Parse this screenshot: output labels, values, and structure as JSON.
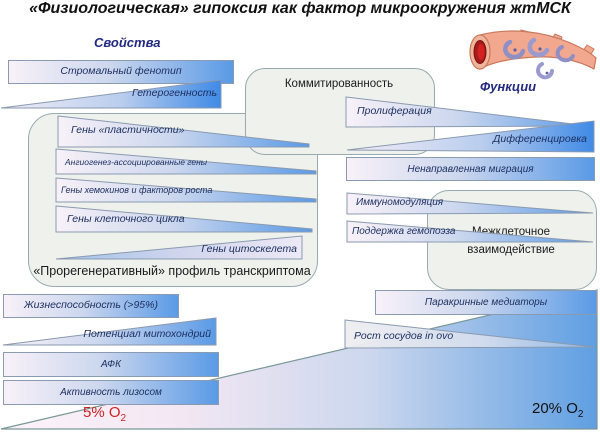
{
  "title": "«Физиологическая» гипоксия как фактор микроокружения жтМСК",
  "labels": {
    "properties": "Свойства",
    "functions": "Функции"
  },
  "properties": {
    "stromal_phenotype": "Стромальный фенотип",
    "heterogeneity": "Гетерогенность",
    "genes": [
      "Гены «пластичности»",
      "Ангиогенез-ассоциированные гены",
      "Гены хемокинов и факторов роста",
      "Гены клеточного цикла",
      "Гены цитоскелета"
    ],
    "transcriptome_caption": "«Прорегенеративный» профиль транскриптома",
    "viability": "Жизнеспособность (>95%)",
    "mitochondrial_potential": "Потенциал митохондрий",
    "ros": "АФК",
    "lysosome_activity": "Активность лизосом"
  },
  "functions": {
    "commitment": "Коммитированность",
    "proliferation": "Пролиферация",
    "differentiation": "Дифференцировка",
    "migration": "Ненаправленная миграция",
    "immunomodulation": "Иммуномодуляция",
    "hematopoiesis": "Поддержка гемопоэза",
    "intercellular_line1": "Межклеточное",
    "intercellular_line2": "взаимодействие",
    "paracrine": "Паракринные медиаторы",
    "vessel_growth": "Рост сосудов in ovo"
  },
  "oxygen": {
    "low": "5% O",
    "high": "20% O",
    "subscript": "2"
  },
  "colors": {
    "accent_blue": "#5a9ae6",
    "hypoxia_red": "#cc2222",
    "label_navy": "#1e3060",
    "shape_border": "#8a9ab0",
    "container_fill": "#eff1ed"
  }
}
